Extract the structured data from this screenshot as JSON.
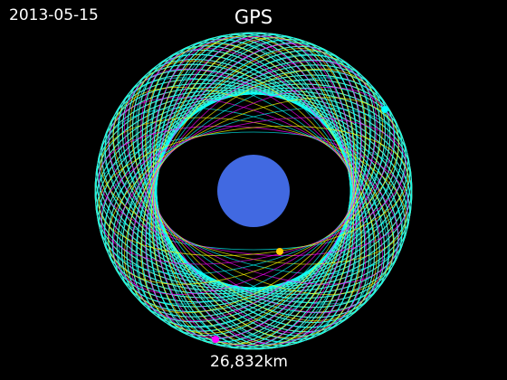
{
  "header": {
    "date": "2013-05-15",
    "title": "GPS"
  },
  "footer": {
    "distance": "26,832km"
  },
  "colors": {
    "background": "#000000",
    "earth": "#4169e1",
    "orbit_cyan": "#00ffff",
    "orbit_magenta": "#ff00ff",
    "orbit_yellow": "#ffff00",
    "satellite_cyan": "#00ffff",
    "satellite_magenta": "#ff00ff",
    "satellite_yellow": "#ffcc00"
  }
}
